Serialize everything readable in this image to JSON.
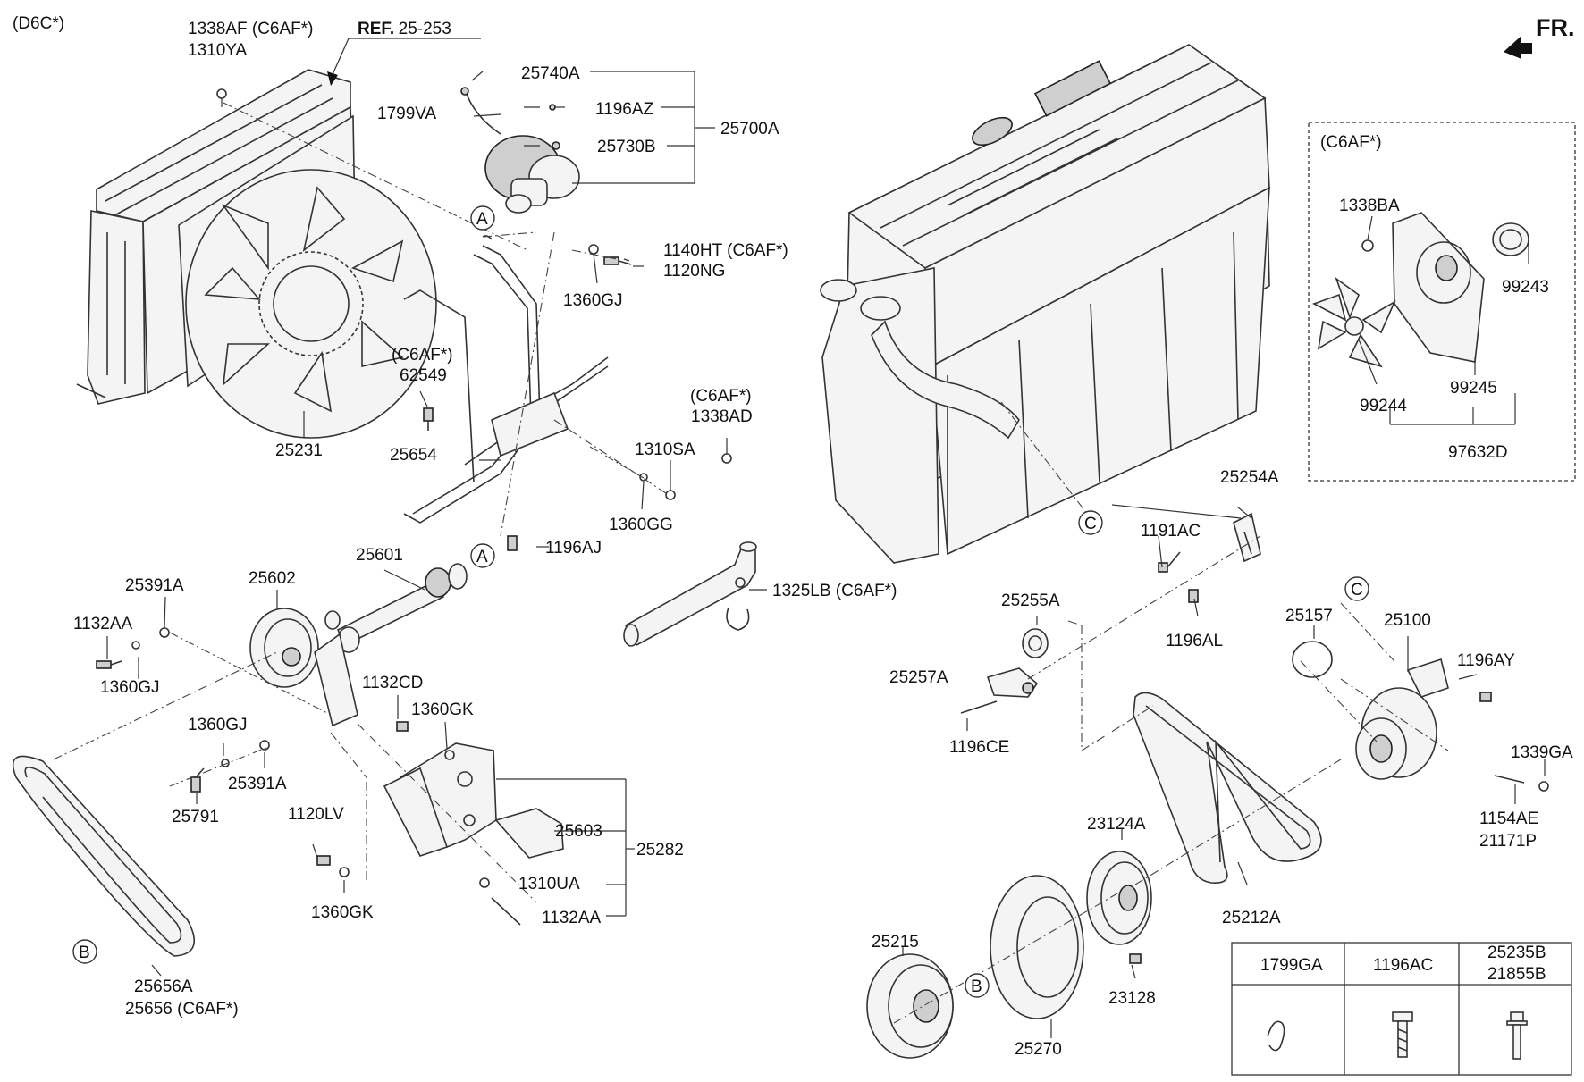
{
  "header": {
    "model": "(D6C*)",
    "fr": "FR."
  },
  "ref": {
    "bold": "REF.",
    "num": "25-253"
  },
  "labels": {
    "p1338AF": "1338AF (C6AF*)",
    "p1310YA": "1310YA",
    "p25740A": "25740A",
    "p1799VA": "1799VA",
    "p1196AZ": "1196AZ",
    "p25730B": "25730B",
    "p25700A": "25700A",
    "p1140HT": "1140HT (C6AF*)",
    "p1120NG": "1120NG",
    "p1360GJ_a": "1360GJ",
    "c6af_a": "(C6AF*)",
    "p62549": "62549",
    "p25231": "25231",
    "p25654": "25654",
    "c6af_b": "(C6AF*)",
    "p1338AD": "1338AD",
    "p1310SA": "1310SA",
    "p1360GG": "1360GG",
    "p1196AJ": "1196AJ",
    "p25601": "25601",
    "p1325LB": "1325LB (C6AF*)",
    "p25391A_a": "25391A",
    "p25602": "25602",
    "p1132AA_a": "1132AA",
    "p1360GJ_b": "1360GJ",
    "p1132CD": "1132CD",
    "p1360GK_a": "1360GK",
    "p1360GJ_c": "1360GJ",
    "p25391A_b": "25391A",
    "p25791": "25791",
    "p1120LV": "1120LV",
    "p25603": "25603",
    "p25282": "25282",
    "p1310UA": "1310UA",
    "p1360GK_b": "1360GK",
    "p1132AA_b": "1132AA",
    "p25656A": "25656A",
    "p25656": "25656 (C6AF*)",
    "c6af_c": "(C6AF*)",
    "p1338BA": "1338BA",
    "p99243": "99243",
    "p99244": "99244",
    "p99245": "99245",
    "p97632D": "97632D",
    "p25254A": "25254A",
    "p1191AC": "1191AC",
    "p25255A": "25255A",
    "p1196AL": "1196AL",
    "p25257A": "25257A",
    "p1196CE": "1196CE",
    "p25157": "25157",
    "p25100": "25100",
    "p1196AY": "1196AY",
    "p1339GA": "1339GA",
    "p1154AE": "1154AE",
    "p21171P": "21171P",
    "p23124A": "23124A",
    "p25212A": "25212A",
    "p25215": "25215",
    "p23128": "23128",
    "p25270": "25270"
  },
  "callouts": {
    "a": "A",
    "b": "B",
    "c": "C"
  },
  "legend": {
    "headers": [
      "1799GA",
      "1196AC",
      "25235B"
    ],
    "header_line2": "21855B"
  }
}
